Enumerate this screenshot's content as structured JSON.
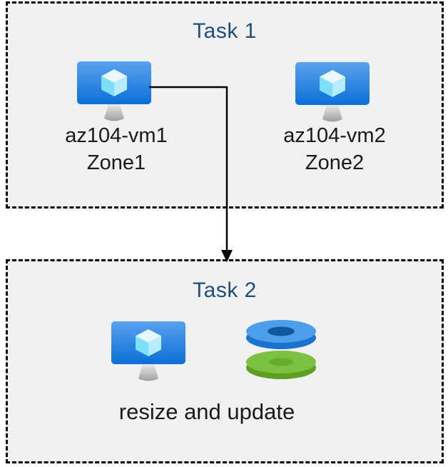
{
  "diagram": {
    "task1": {
      "title": "Task 1",
      "vms": [
        {
          "name": "az104-vm1",
          "zone": "Zone1",
          "icon": "virtual-machine-icon"
        },
        {
          "name": "az104-vm2",
          "zone": "Zone2",
          "icon": "virtual-machine-icon"
        }
      ]
    },
    "task2": {
      "title": "Task 2",
      "caption": "resize and update",
      "icons": [
        "virtual-machine-icon",
        "disks-icon"
      ]
    },
    "connector": {
      "type": "arrow",
      "from": "az104-vm1",
      "to": "Task 2"
    },
    "colors": {
      "title_text": "#1f4e79",
      "label_text": "#1a1a1a",
      "box_background": "#f1f1f1",
      "box_border": "#000000",
      "arrow": "#000000",
      "vm_screen_top": "#5aa2ee",
      "vm_screen_bottom": "#0b6fd6",
      "cube_top_face": "#eaf8fe",
      "cube_left_face": "#7edff8",
      "cube_right_face": "#b5edfc",
      "stand_top": "#e8e8e8",
      "stand_bottom": "#9f9f9f",
      "disk_blue_top": "#4d9fea",
      "disk_blue_side": "#1973cf",
      "disk_blue_hole": "#11599f",
      "disk_green_top": "#7cc142",
      "disk_green_side": "#5e9e22",
      "disk_green_hole": "#66ab2b"
    }
  }
}
